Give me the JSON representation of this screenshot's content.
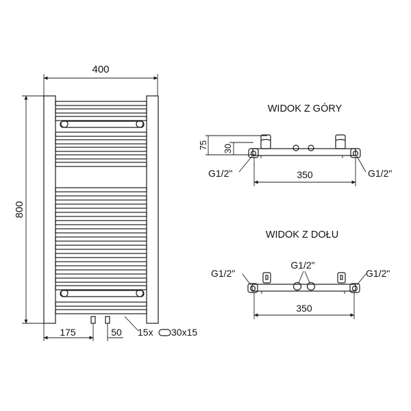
{
  "front_view": {
    "width_dim": "400",
    "height_dim": "800",
    "left_offset_dim": "175",
    "connector_spacing_dim": "50",
    "tube_spec_prefix": "15x",
    "tube_spec_suffix": "30x15"
  },
  "top_view": {
    "title": "WIDOK Z GÓRY",
    "depth_total": "75",
    "depth_inner": "30",
    "thread_left": "G1/2\"",
    "thread_right": "G1/2\"",
    "spacing_dim": "350"
  },
  "bottom_view": {
    "title": "WIDOK Z DOŁU",
    "thread_left": "G1/2\"",
    "thread_center": "G1/2\"",
    "thread_right": "G1/2\"",
    "spacing_dim": "350"
  }
}
